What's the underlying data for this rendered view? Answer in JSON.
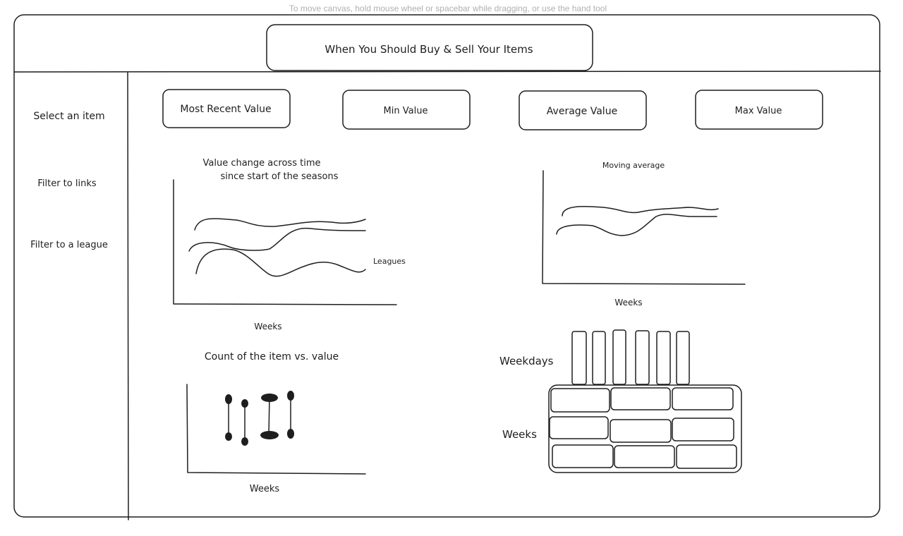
{
  "hint": "To move canvas, hold mouse wheel or spacebar while dragging, or use the hand tool",
  "header": {
    "title": "When You Should Buy & Sell Your Items"
  },
  "sidebar": {
    "items": [
      "Select an item",
      "Filter to links",
      "Filter to a league"
    ]
  },
  "kpis": [
    "Most Recent Value",
    "Min Value",
    "Average Value",
    "Max Value"
  ],
  "line_chart": {
    "title_line1": "Value change across time",
    "title_line2": "since start of the seasons",
    "series_label": "Leagues",
    "xlabel": "Weeks"
  },
  "moving_avg": {
    "title": "Moving average",
    "xlabel": "Weeks"
  },
  "scatter": {
    "title": "Count of the item vs. value",
    "xlabel": "Weeks"
  },
  "heatmap": {
    "col_label": "Weekdays",
    "row_label": "Weeks"
  }
}
